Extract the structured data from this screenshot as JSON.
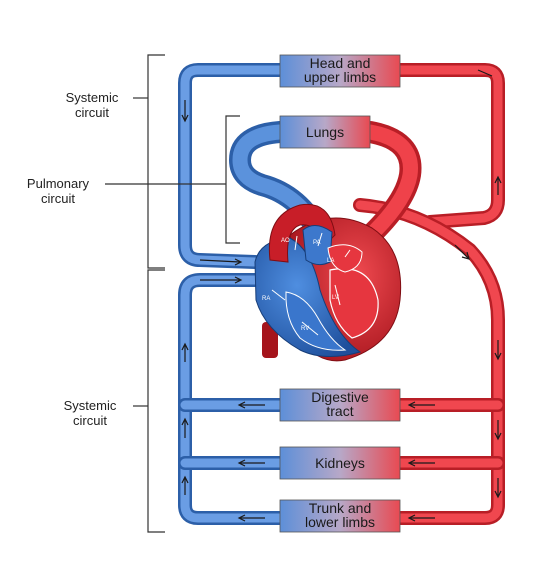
{
  "labels": {
    "systemic_top": [
      "Systemic",
      "circuit"
    ],
    "pulmonary": [
      "Pulmonary",
      "circuit"
    ],
    "systemic_bottom": [
      "Systemic",
      "circuit"
    ]
  },
  "organs": {
    "head": [
      "Head and",
      "upper limbs"
    ],
    "lungs": [
      "Lungs"
    ],
    "digestive": [
      "Digestive",
      "tract"
    ],
    "kidneys": [
      "Kidneys"
    ],
    "trunk": [
      "Trunk and",
      "lower limbs"
    ]
  },
  "heart_labels": {
    "ao": "AO",
    "pa": "PA",
    "ra": "RA",
    "rv": "RV",
    "la": "LA",
    "lv": "LV"
  },
  "colors": {
    "oxygenated": "#e8363e",
    "deoxygenated": "#4a86d4",
    "vessel_edge_red": "#b81e26",
    "vessel_edge_blue": "#2c5fa8"
  }
}
